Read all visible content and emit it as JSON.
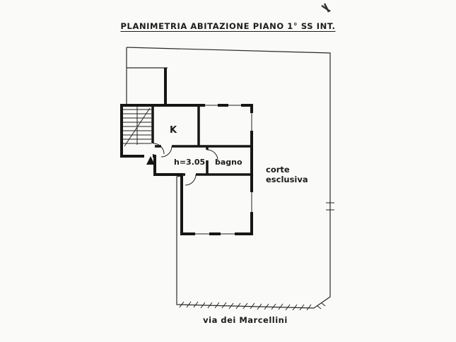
{
  "title": "PLANIMETRIA ABITAZIONE PIANO 1° SS INT.",
  "labels": {
    "kitchen": "K",
    "ceiling_height": "h=3.05",
    "bathroom": "bagno",
    "courtyard_line1": "corte",
    "courtyard_line2": "esclusiva",
    "street": "via dei Marcellini"
  },
  "colors": {
    "ink": "#1c1c1c",
    "paper": "#fafaf8"
  }
}
